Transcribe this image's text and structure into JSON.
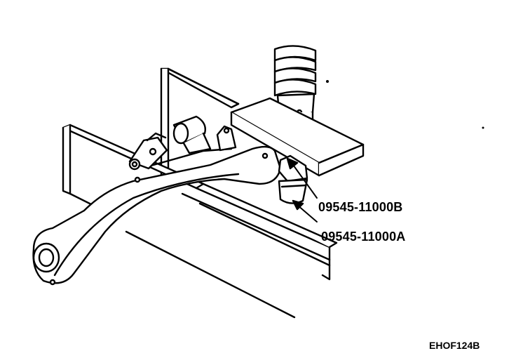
{
  "figure": {
    "callouts": [
      {
        "id": "b",
        "part_number": "09545-11000B"
      },
      {
        "id": "a",
        "part_number": "09545-11000A"
      }
    ],
    "figure_code": "EHOF124B"
  },
  "style": {
    "line_color": "#000000",
    "fill_color": "#ffffff"
  }
}
